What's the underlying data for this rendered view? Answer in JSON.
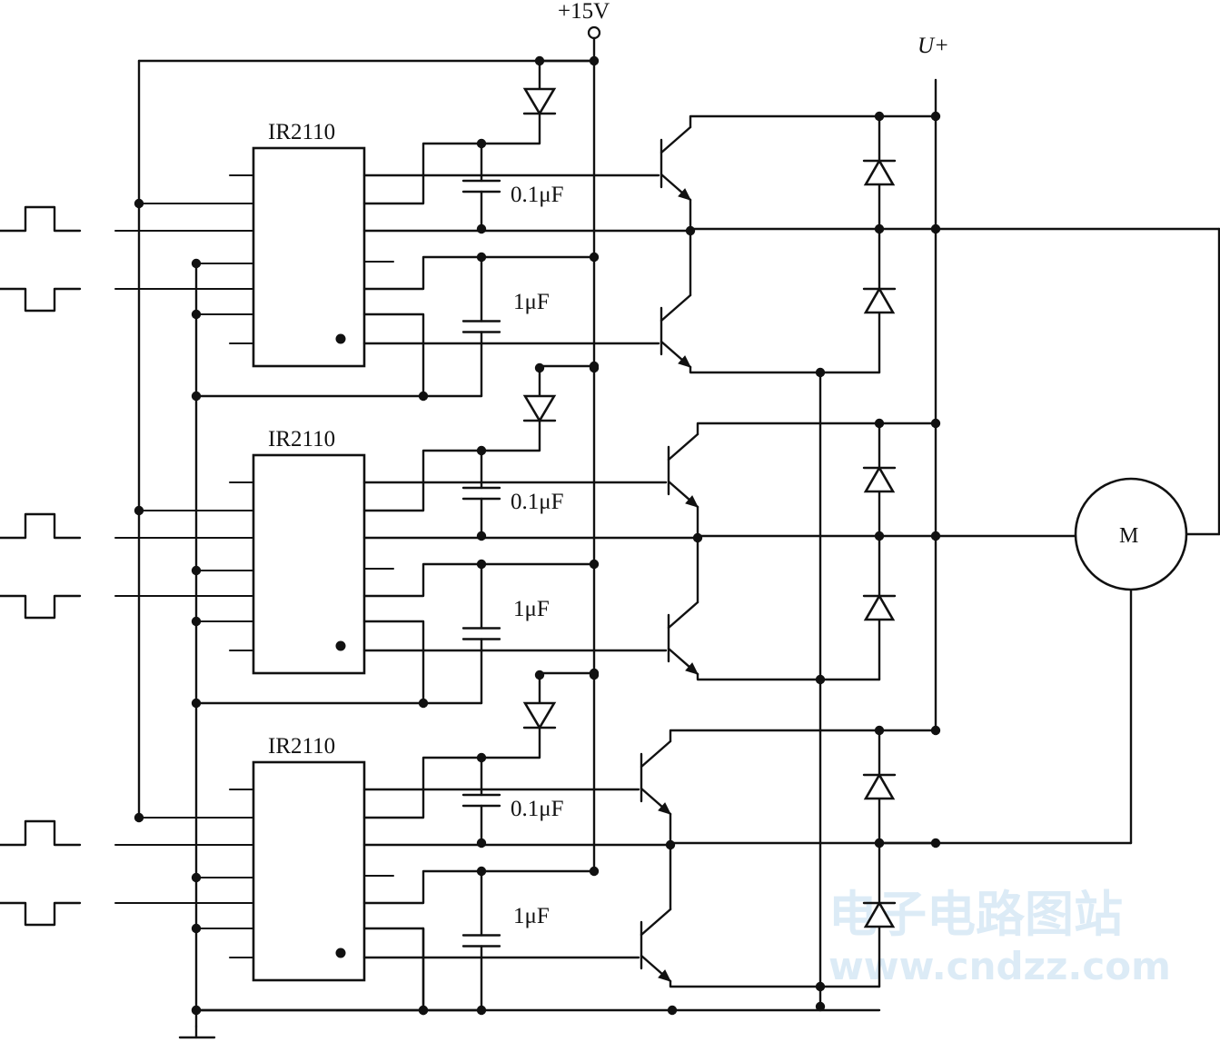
{
  "supply": {
    "vcc": "+15V",
    "bus": "U+"
  },
  "driver_label": "IR2110",
  "bootstrap_cap": "0.1μF",
  "vcc_cap": "1μF",
  "motor_label": "M",
  "watermark": {
    "name": "电子电路图站",
    "url": "www.cndzz.com"
  },
  "stages": [
    {
      "id": "stage-1",
      "driver": "IR2110",
      "boot_cap": "0.1μF",
      "vcc_cap": "1μF"
    },
    {
      "id": "stage-2",
      "driver": "IR2110",
      "boot_cap": "0.1μF",
      "vcc_cap": "1μF"
    },
    {
      "id": "stage-3",
      "driver": "IR2110",
      "boot_cap": "0.1μF",
      "vcc_cap": "1μF"
    }
  ]
}
